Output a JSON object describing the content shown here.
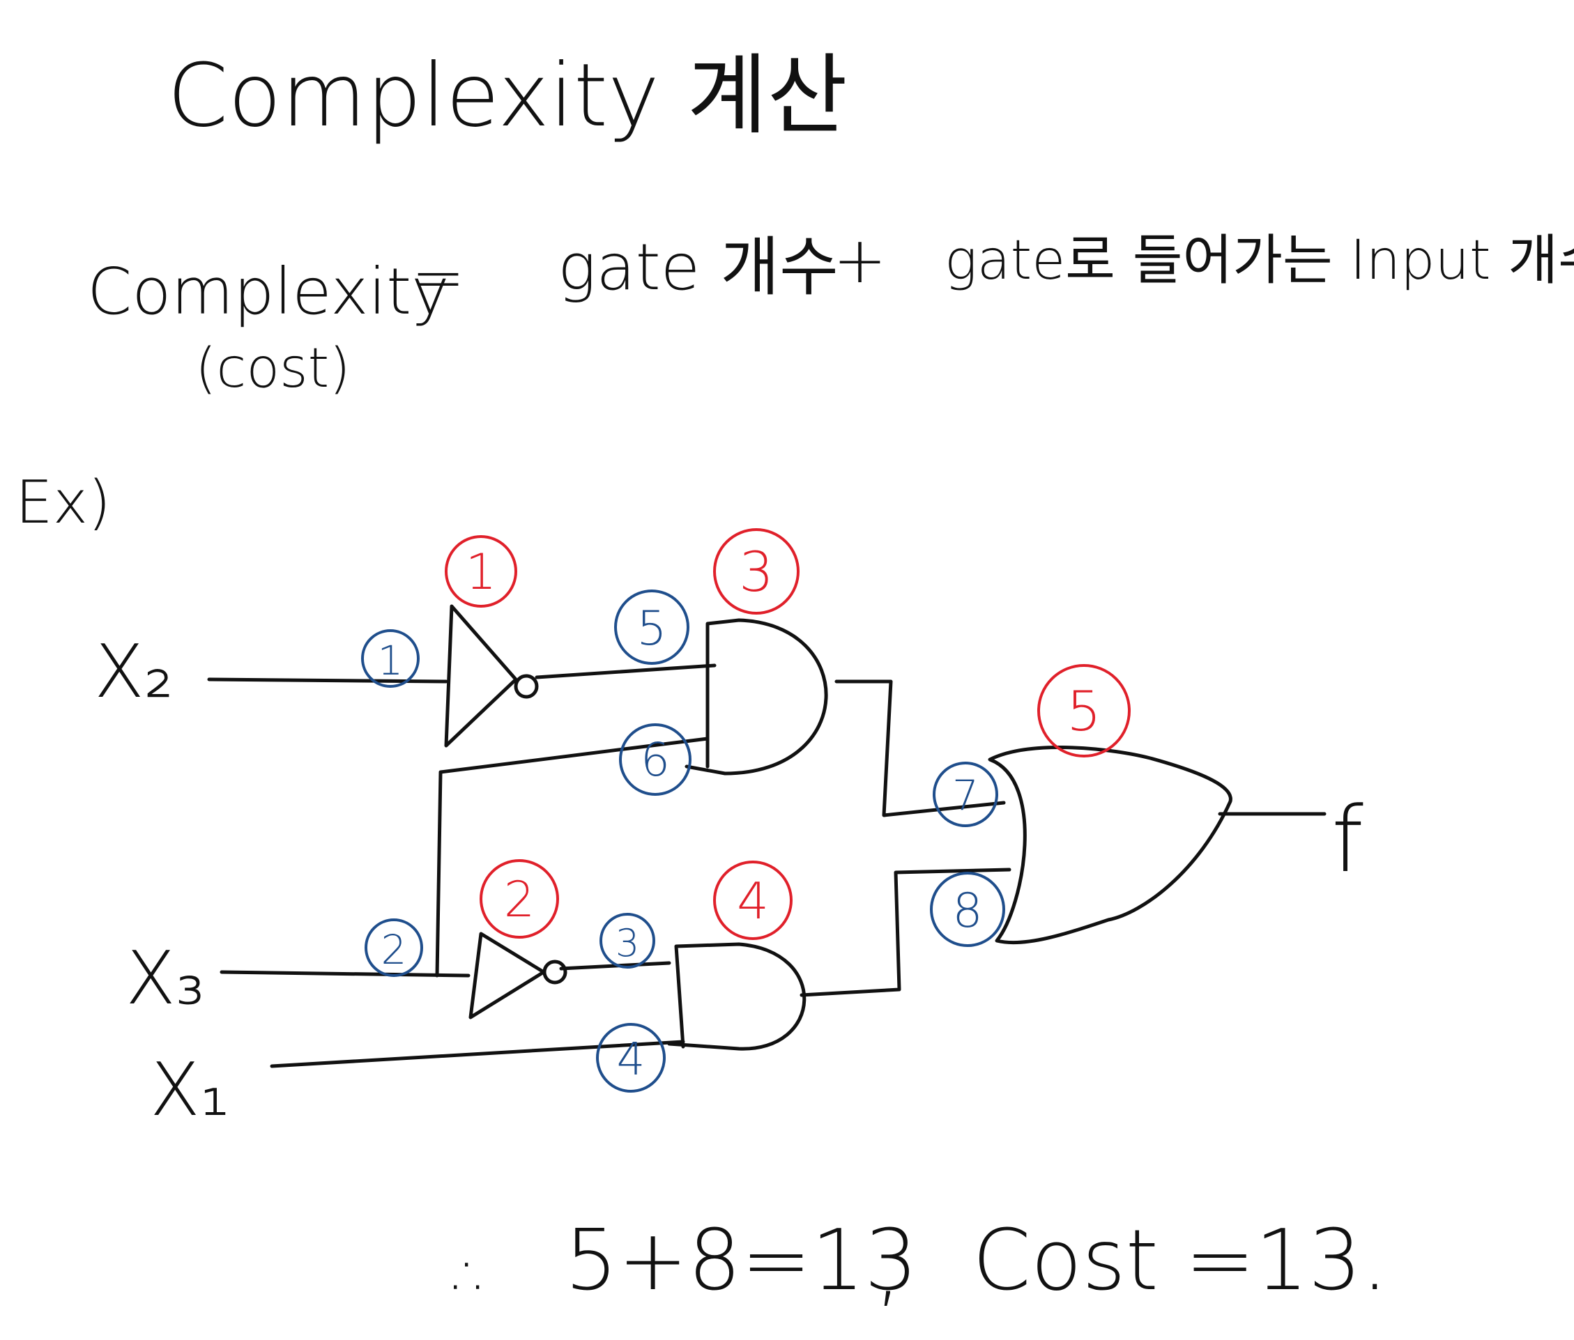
{
  "title": "Complexity 계산",
  "formula": {
    "lhs": "Complexity",
    "lhs_note": "(cost)",
    "equals": "=",
    "term1": "gate 개수",
    "plus": "+",
    "term2": "gate로 들어가는 Input 개수"
  },
  "example_label": "Ex)",
  "inputs": {
    "x2": "X₂",
    "x3": "X₃",
    "x1": "X₁"
  },
  "output_label": "f",
  "gate_counts": [
    "1",
    "2",
    "3",
    "4",
    "5"
  ],
  "input_counts": [
    "1",
    "2",
    "3",
    "4",
    "5",
    "6",
    "7",
    "8"
  ],
  "result": {
    "therefore": "∴",
    "sum": "5+8=13",
    "comma": ",",
    "cost_text": "Cost =13."
  },
  "colors": {
    "ink": "#111111",
    "gate_count_red": "#e0202a",
    "input_count_blue": "#1f4e8c",
    "background": "#ffffff"
  }
}
